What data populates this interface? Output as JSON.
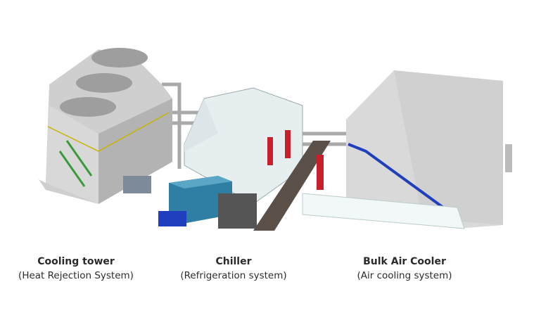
{
  "systems": [
    {
      "title": "Cooling tower",
      "subtitle": "(Heat Rejection System)"
    },
    {
      "title": "Chiller",
      "subtitle": "(Refrigeration system)"
    },
    {
      "title": "Bulk Air Cooler",
      "subtitle": "(Air cooling system)"
    }
  ],
  "colors": {
    "structure": "#c9c9c9",
    "container": "#2e7fa3",
    "stairs": "#1f3fbf",
    "doors": "#c8202a"
  }
}
